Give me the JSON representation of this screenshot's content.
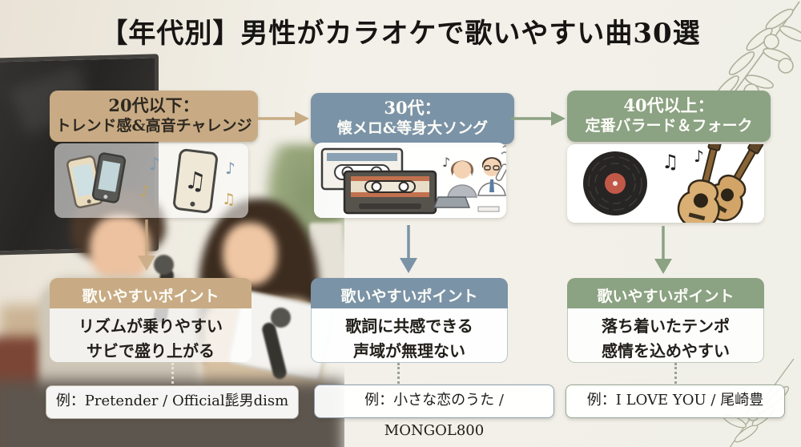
{
  "title": "【年代別】男性がカラオケで歌いやすい曲30選",
  "decor": {
    "top_right": "olive-branch-line-art",
    "bottom_right": "olive-branch-line-art",
    "background": "karaoke-room-photo-two-singers"
  },
  "palette": {
    "background": "#f1f0e8",
    "col1_accent": "#c8ab84",
    "col2_accent": "#7b93a7",
    "col3_accent": "#8ba283",
    "title_color": "#161513"
  },
  "columns": [
    {
      "age_group": "20代以下：",
      "theme": "トレンド感&高音チャレンジ",
      "accent": "#c8ab84",
      "icons": [
        "smartphone-icon",
        "music-note-icon"
      ],
      "points_title": "歌いやすいポイント",
      "points": [
        "リズムが乗りやすい",
        "サビで盛り上がる"
      ],
      "example": "例：Pretender / Official髭男dism"
    },
    {
      "age_group": "30代：",
      "theme": "懐メロ&等身大ソング",
      "accent": "#7b93a7",
      "icons": [
        "cassette-tape-icon",
        "office-workers-icon",
        "music-note-icon"
      ],
      "points_title": "歌いやすいポイント",
      "points": [
        "歌詞に共感できる",
        "声域が無理ない"
      ],
      "example": "例：小さな恋のうた / MONGOL800"
    },
    {
      "age_group": "40代以上：",
      "theme": "定番バラード＆フォーク",
      "accent": "#8ba283",
      "icons": [
        "vinyl-record-icon",
        "acoustic-guitar-icon",
        "music-note-icon"
      ],
      "points_title": "歌いやすいポイント",
      "points": [
        "落ち着いたテンポ",
        "感情を込めやすい"
      ],
      "example": "例：I LOVE YOU / 尾崎豊"
    }
  ]
}
